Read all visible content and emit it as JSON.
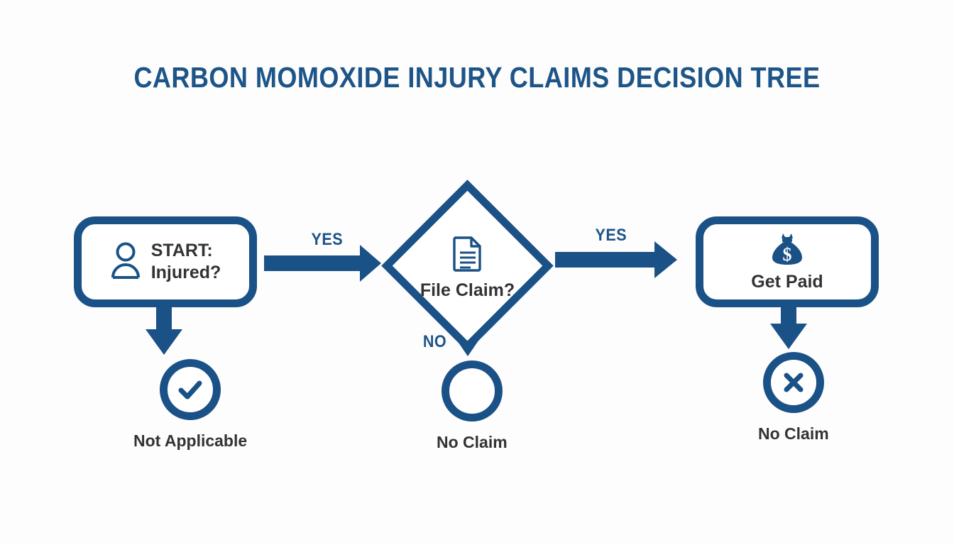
{
  "page": {
    "title": "CARBON MOMOXIDE INJURY CLAIMS DECISION TREE",
    "background_color": "#fdfdfd"
  },
  "colors": {
    "brand_blue": "#1a5186",
    "title_blue": "#1d5588",
    "arrow_blue": "#1a5186",
    "label_gray": "#333333",
    "node_fill": "#ffffff"
  },
  "nodes": {
    "start": {
      "id": "start",
      "shape": "rounded-rectangle",
      "icon": "user-icon",
      "label": "START:\nInjured?"
    },
    "decision": {
      "id": "file-claim",
      "shape": "diamond",
      "icon": "document-icon",
      "label": "File Claim?"
    },
    "get_paid": {
      "id": "get-paid",
      "shape": "rounded-rectangle",
      "icon": "money-bag-icon",
      "label": "Get Paid"
    },
    "not_applicable": {
      "id": "not-applicable",
      "shape": "circle",
      "icon": "check-circle-icon",
      "label": "Not Applicable"
    },
    "no_claim_middle": {
      "id": "no-claim-middle",
      "shape": "circle",
      "icon": "empty-circle-icon",
      "label": "No Claim"
    },
    "no_claim_right": {
      "id": "no-claim-right",
      "shape": "circle",
      "icon": "x-circle-icon",
      "label": "No Claim"
    }
  },
  "edges": [
    {
      "id": "start-to-decision",
      "from": "start",
      "to": "file-claim",
      "label": "YES",
      "direction": "right"
    },
    {
      "id": "decision-to-paid",
      "from": "file-claim",
      "to": "get-paid",
      "label": "YES",
      "direction": "right"
    },
    {
      "id": "start-to-na",
      "from": "start",
      "to": "not-applicable",
      "label": "",
      "direction": "down"
    },
    {
      "id": "decision-to-noclaim",
      "from": "file-claim",
      "to": "no-claim-middle",
      "label": "NO",
      "direction": "down"
    },
    {
      "id": "paid-to-noclaim",
      "from": "get-paid",
      "to": "no-claim-right",
      "label": "",
      "direction": "down"
    }
  ],
  "edge_labels": {
    "yes_1": "YES",
    "yes_2": "YES",
    "no_1": "NO"
  }
}
